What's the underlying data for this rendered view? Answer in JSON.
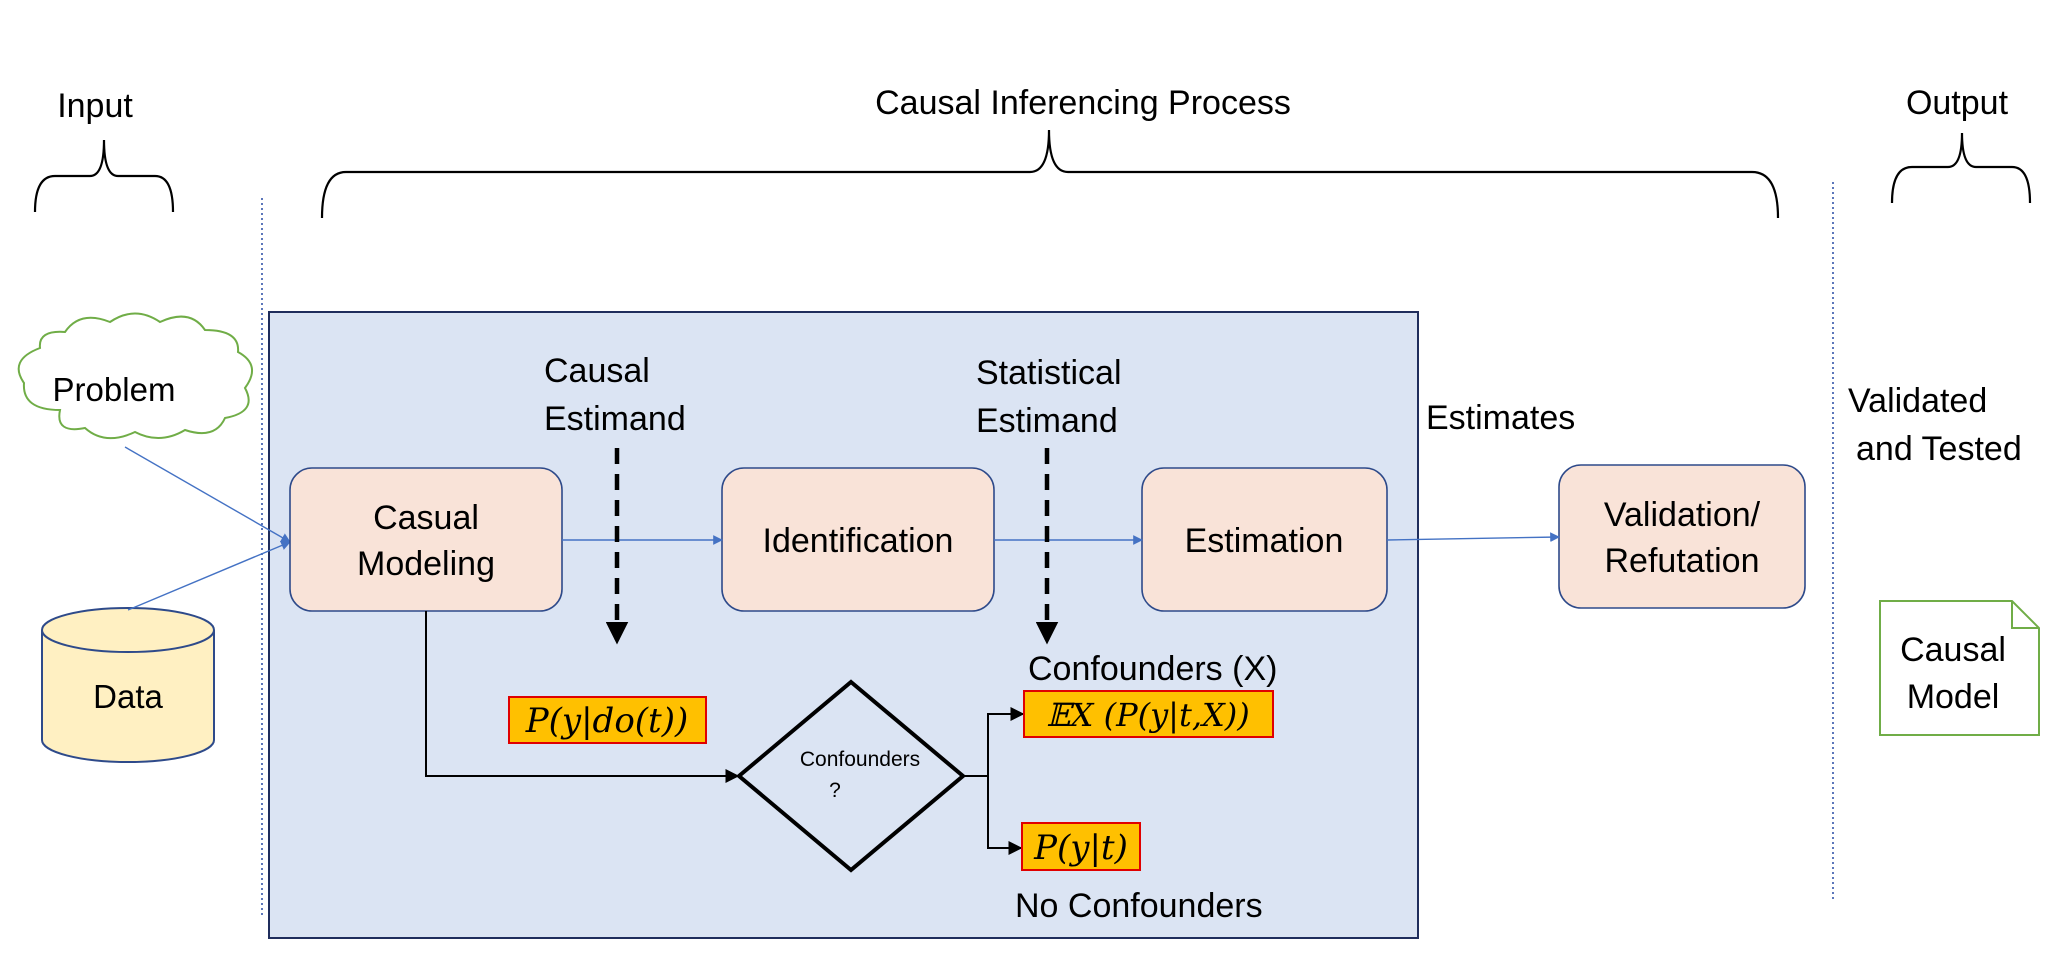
{
  "sections": {
    "input": "Input",
    "process": "Causal Inferencing Process",
    "output": "Output"
  },
  "inputs": {
    "problem": "Problem",
    "data": "Data"
  },
  "steps": {
    "modeling": [
      "Casual",
      "Modeling"
    ],
    "identification": "Identification",
    "estimation": "Estimation",
    "validation": [
      "Validation/",
      "Refutation"
    ]
  },
  "annotations": {
    "causal_estimand": [
      "Causal",
      "Estimand"
    ],
    "statistical_estimand": [
      "Statistical",
      "Estimand"
    ],
    "estimates": "Estimates",
    "validated": [
      "Validated",
      "and Tested"
    ],
    "confounders_x": "Confounders (X)",
    "no_confounders": "No Confounders"
  },
  "decision": [
    "Confounders",
    "?"
  ],
  "formulas": {
    "causal": "P(y|do(t))",
    "adjusted": "𝔼X (P(y|t,X))",
    "unadjusted": "P(y|t)"
  },
  "output_doc": [
    "Causal",
    "Model"
  ],
  "colors": {
    "panel_fill": "#dbe4f3",
    "panel_border": "#1f2d5c",
    "step_fill": "#f9e3d8",
    "step_border": "#2e4a8a",
    "cloud_border": "#70ad47",
    "cylinder_fill": "#fff0c2",
    "cylinder_border": "#2e4a8a",
    "formula_fill": "#ffc000",
    "formula_border": "#e00000",
    "arrow_blue": "#4472c4",
    "doc_border": "#70ad47"
  }
}
